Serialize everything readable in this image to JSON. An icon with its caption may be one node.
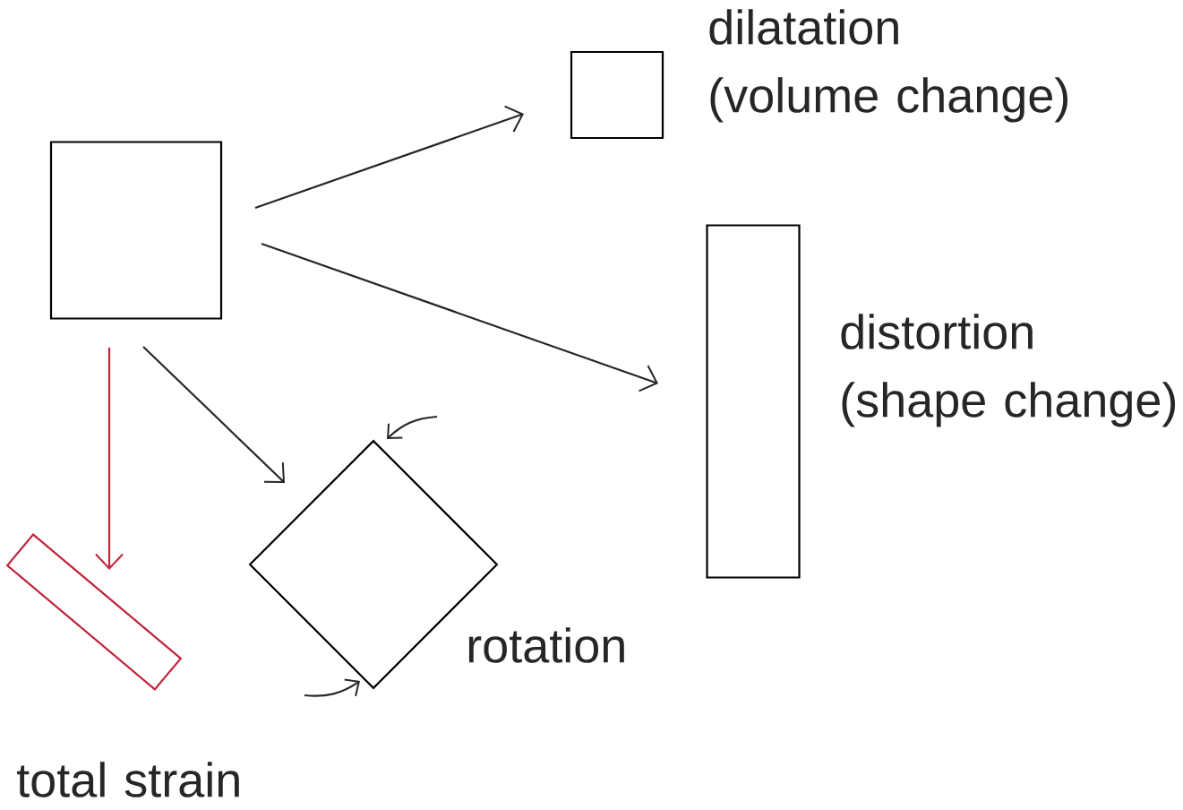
{
  "diagram": {
    "nodes": [
      {
        "text": [],
        "shape": "box"
      },
      {
        "text": [],
        "shape": "box",
        "beside": [
          "dilatation (volume change)"
        ]
      },
      {
        "text": [],
        "shape": "box",
        "beside": [
          "distortion (shape change)"
        ]
      },
      {
        "text": [],
        "shape": "diamond",
        "beside": [
          "rotation"
        ]
      },
      {
        "text": [],
        "shape": "box",
        "beside": [
          "total strain"
        ]
      }
    ],
    "edges": [
      {
        "from": 0,
        "to": 1,
        "arrow": "to"
      },
      {
        "from": 0,
        "to": 2,
        "arrow": "to"
      },
      {
        "from": 0,
        "to": 3,
        "arrow": "to"
      },
      {
        "from": 0,
        "to": 4,
        "arrow": "to",
        "color": "#c0243c"
      }
    ]
  }
}
